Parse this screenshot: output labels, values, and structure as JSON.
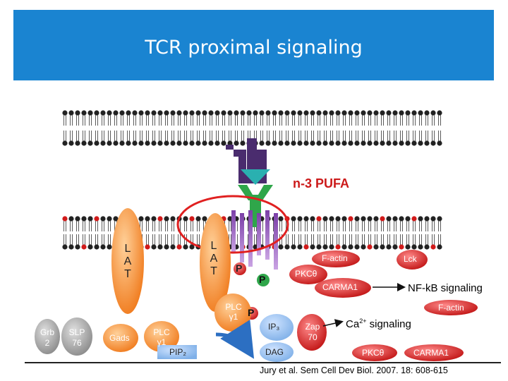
{
  "slide": {
    "title": "TCR proximal signaling",
    "citation": "Jury et al. Sem Cell Dev Biol. 2007. 18: 608-615"
  },
  "labels": {
    "pufa": "n-3 PUFA",
    "lat_left": [
      "L",
      "A",
      "T"
    ],
    "lat_right": [
      "L",
      "A",
      "T"
    ],
    "p_marker": "P",
    "f_actin": "F-actin",
    "lck": "Lck",
    "pkc_theta": "PKCθ",
    "carma1": "CARMA1",
    "nfkb": "NF-kB signaling",
    "plc_center": "PLC γ1",
    "ip3": "IP₃",
    "zap70": "Zap 70",
    "ca_base": "Ca",
    "ca_sup": "2+",
    "ca_rest": " signaling",
    "dag": "DAG",
    "grb2": "Grb 2",
    "slp76": "SLP 76",
    "gads": "Gads",
    "plc_left": "PLC γ1",
    "pip2": "PIP₂"
  },
  "colors": {
    "banner": "#1a84d1",
    "lat_orange": "#f08a2c",
    "pufa_red": "#cc1a1a",
    "receptor_purple": "#4a2c6e",
    "receptor_green": "#2fa64a",
    "raft_purple": "#7b3fa8",
    "gray_protein": "#9a9a9a",
    "red_phospho": "#d11a1a",
    "arrow_blue": "#2c6fc2"
  }
}
